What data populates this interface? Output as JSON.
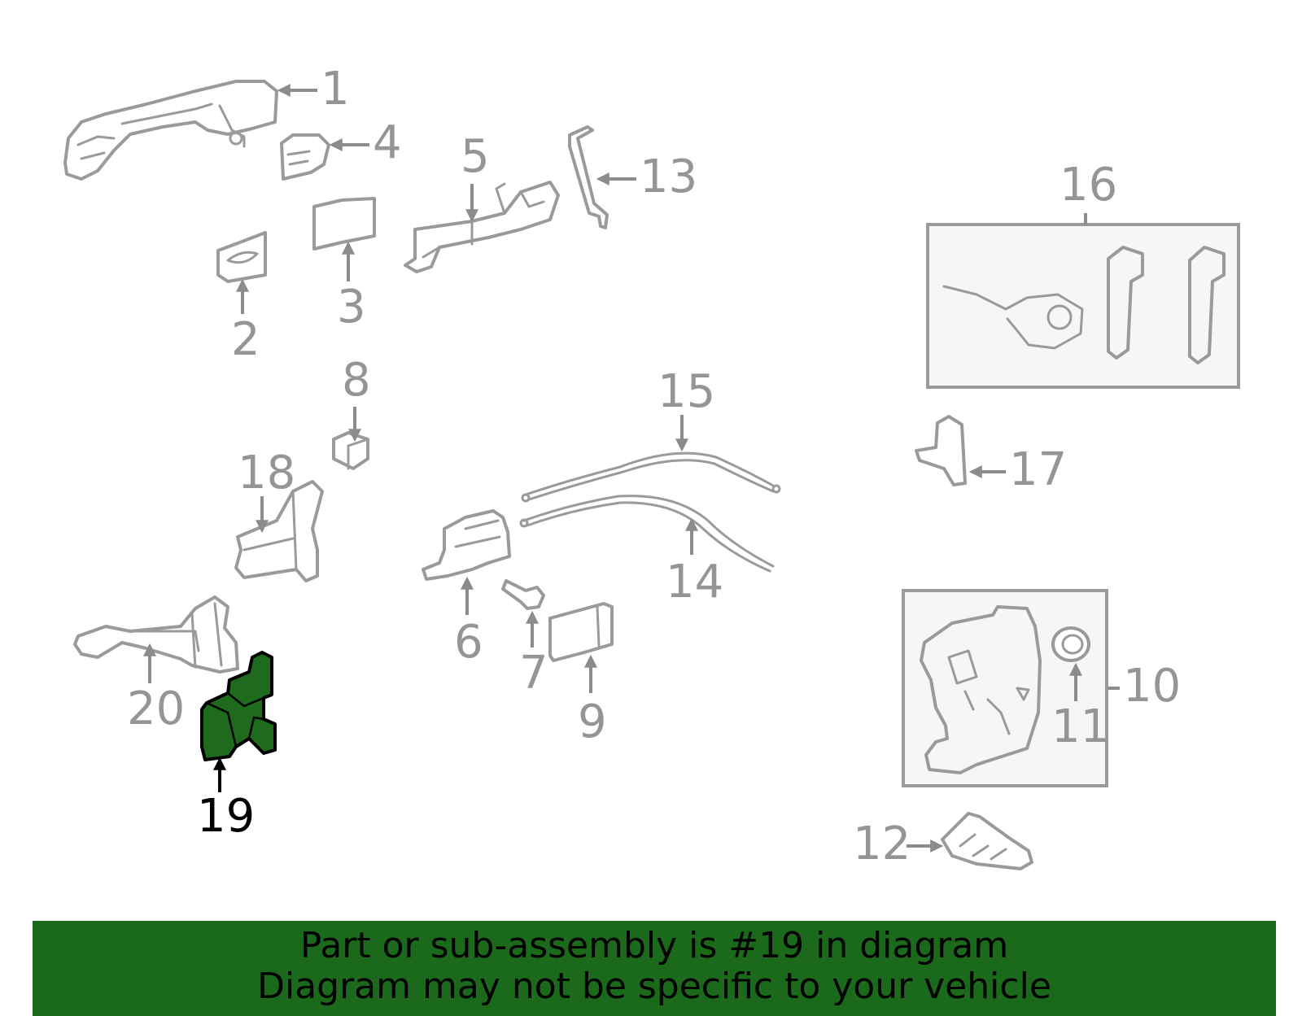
{
  "colors": {
    "highlight": "#1e6b1e",
    "banner": "#1b6a1b",
    "part_outline": "#9a9a9a",
    "callout_text": "#959595"
  },
  "callouts": {
    "c1": "1",
    "c2": "2",
    "c3": "3",
    "c4": "4",
    "c5": "5",
    "c6": "6",
    "c7": "7",
    "c8": "8",
    "c9": "9",
    "c10": "10",
    "c11": "11",
    "c12": "12",
    "c13": "13",
    "c14": "14",
    "c15": "15",
    "c16": "16",
    "c17": "17",
    "c18": "18",
    "c19": "19",
    "c20": "20"
  },
  "highlighted_part": "19",
  "banner": {
    "line1": "Part or sub-assembly is #19 in diagram",
    "line2": "Diagram may not be specific to your vehicle"
  }
}
